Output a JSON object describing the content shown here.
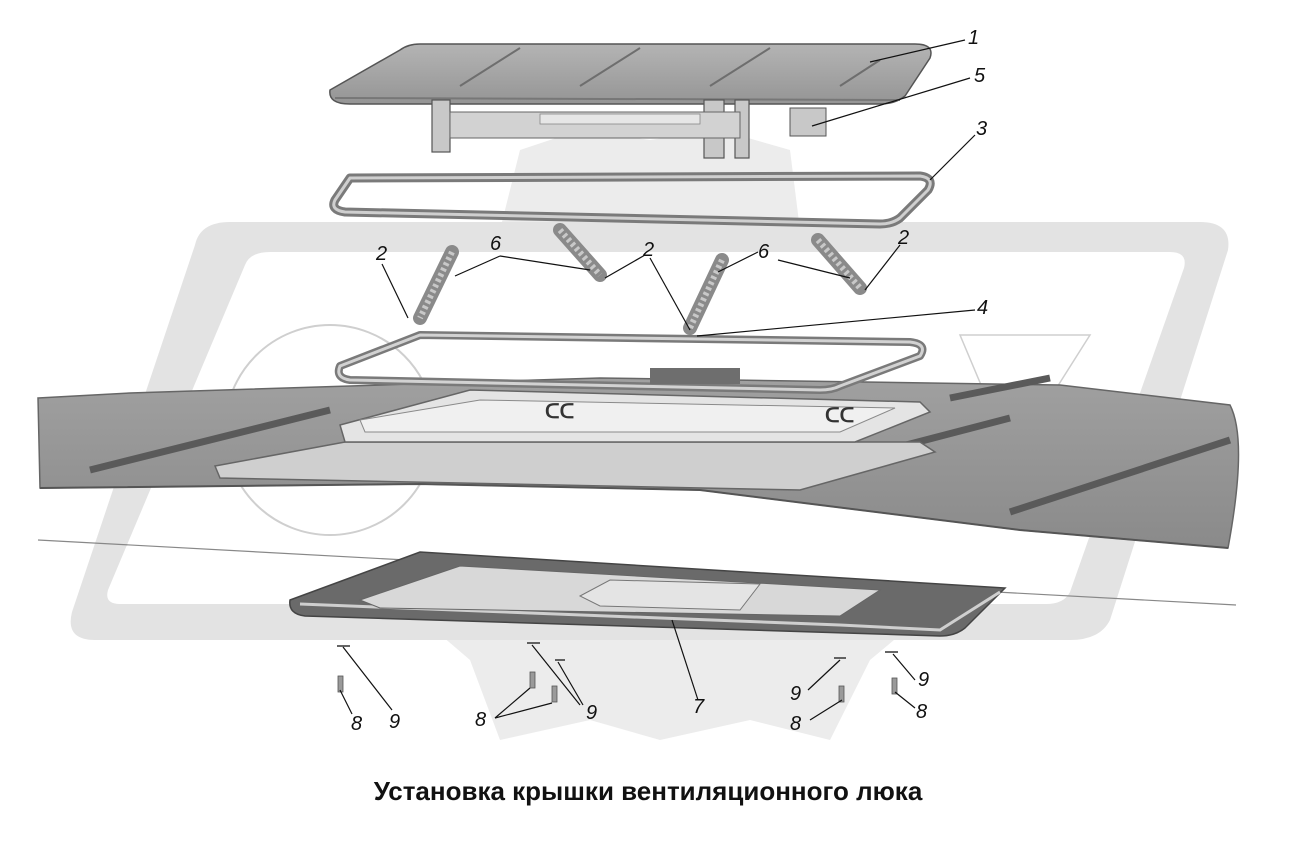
{
  "caption": "Установка крышки вентиляционного люка",
  "callouts": {
    "c1": "1",
    "c5": "5",
    "c3": "3",
    "c2a": "2",
    "c6a": "6",
    "c2b": "2",
    "c6b": "6",
    "c2c": "2",
    "c4": "4",
    "c7": "7",
    "c8a": "8",
    "c9a": "9",
    "c8b": "8",
    "c9b": "9",
    "c9c": "9",
    "c8c": "8",
    "c9d": "9",
    "c8d": "8"
  },
  "colors": {
    "ink": "#111111",
    "part": "#9a9a9a",
    "part_dark": "#6e6e6e",
    "watermark": "#e6e6e6"
  }
}
